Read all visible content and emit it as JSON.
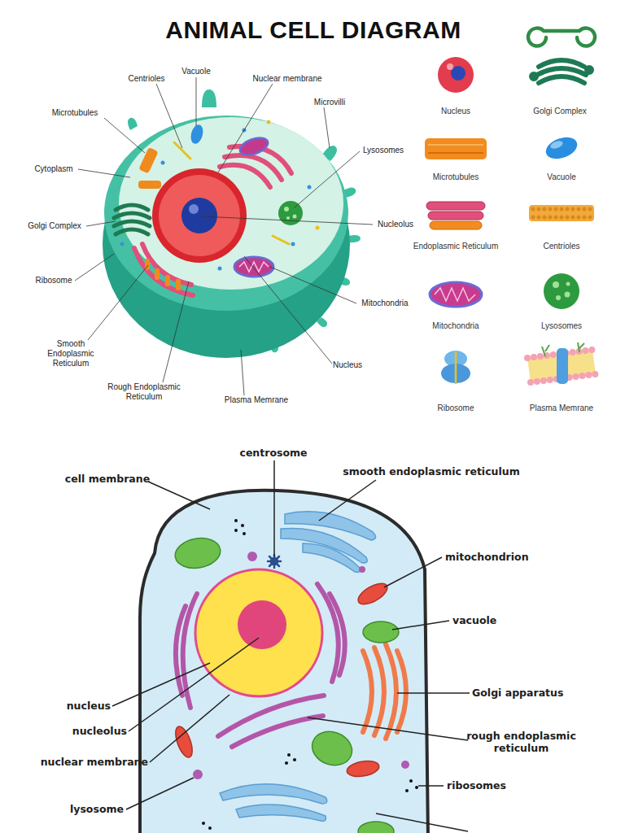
{
  "diagram": {
    "title": "ANIMAL CELL DIAGRAM",
    "labels": [
      "Centrioles",
      "Vacuole",
      "Nuclear membrane",
      "Microtubules",
      "Microvilli",
      "Cytoplasm",
      "Lysosomes",
      "Golgi Complex",
      "Nucleolus",
      "Ribosome",
      "Mitochondria",
      "Smooth Endoplasmic Reticulum",
      "Nucleus",
      "Rough Endoplasmic Reticulum",
      "Plasma Memrane",
      "Nucleus",
      "Golgi Complex",
      "Microtubules",
      "Vacuole",
      "Endoplasmic Reticulum",
      "Centrioles",
      "Mitochondria",
      "Lysosomes",
      "Ribosome",
      "Plasma Memrane",
      "centrosome",
      "cell membrane",
      "smooth endoplasmic reticulum",
      "mitochondrion",
      "vacuole",
      "Golgi apparatus",
      "rough endoplasmic reticulum",
      "ribosomes",
      "nucleus",
      "nucleolus",
      "nuclear membrane",
      "lysosome"
    ]
  }
}
